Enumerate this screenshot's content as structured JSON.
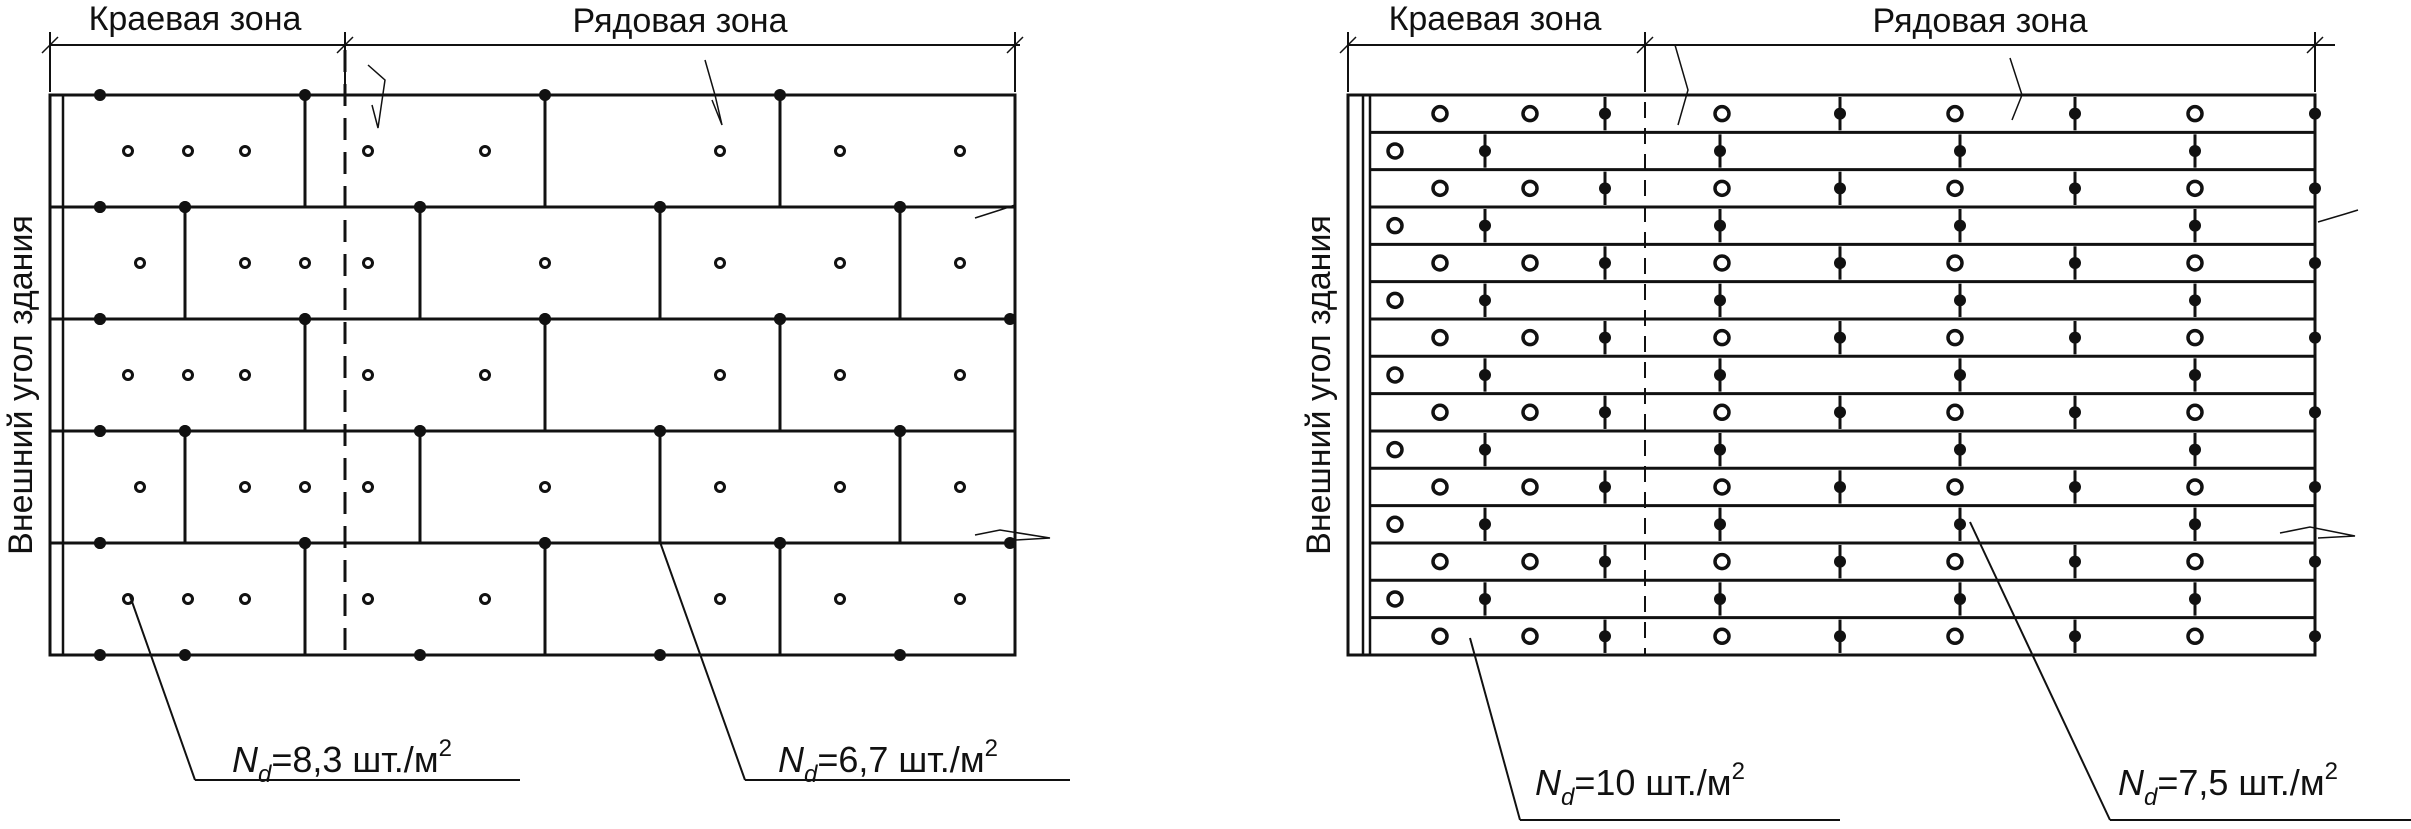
{
  "panels": [
    {
      "id": "left",
      "edge_zone_label": "Краевая зона",
      "field_zone_label": "Рядовая зона",
      "side_label": "Внешний угол здания",
      "callouts": [
        {
          "prefix": "N",
          "subscript": "d",
          "value": "=8,3 шт./м",
          "superscript": "2"
        },
        {
          "prefix": "N",
          "subscript": "d",
          "value": "=6,7 шт./м",
          "superscript": "2"
        }
      ],
      "pattern": "wide-boards-staggered",
      "rows": 5
    },
    {
      "id": "right",
      "edge_zone_label": "Краевая зона",
      "field_zone_label": "Рядовая зона",
      "side_label": "Внешний угол здания",
      "callouts": [
        {
          "prefix": "N",
          "subscript": "d",
          "value": "=10 шт./м",
          "superscript": "2"
        },
        {
          "prefix": "N",
          "subscript": "d",
          "value": "=7,5 шт./м",
          "superscript": "2"
        }
      ],
      "pattern": "narrow-strips",
      "rows": 15
    }
  ],
  "colors": {
    "line": "#111111",
    "background": "#ffffff"
  }
}
